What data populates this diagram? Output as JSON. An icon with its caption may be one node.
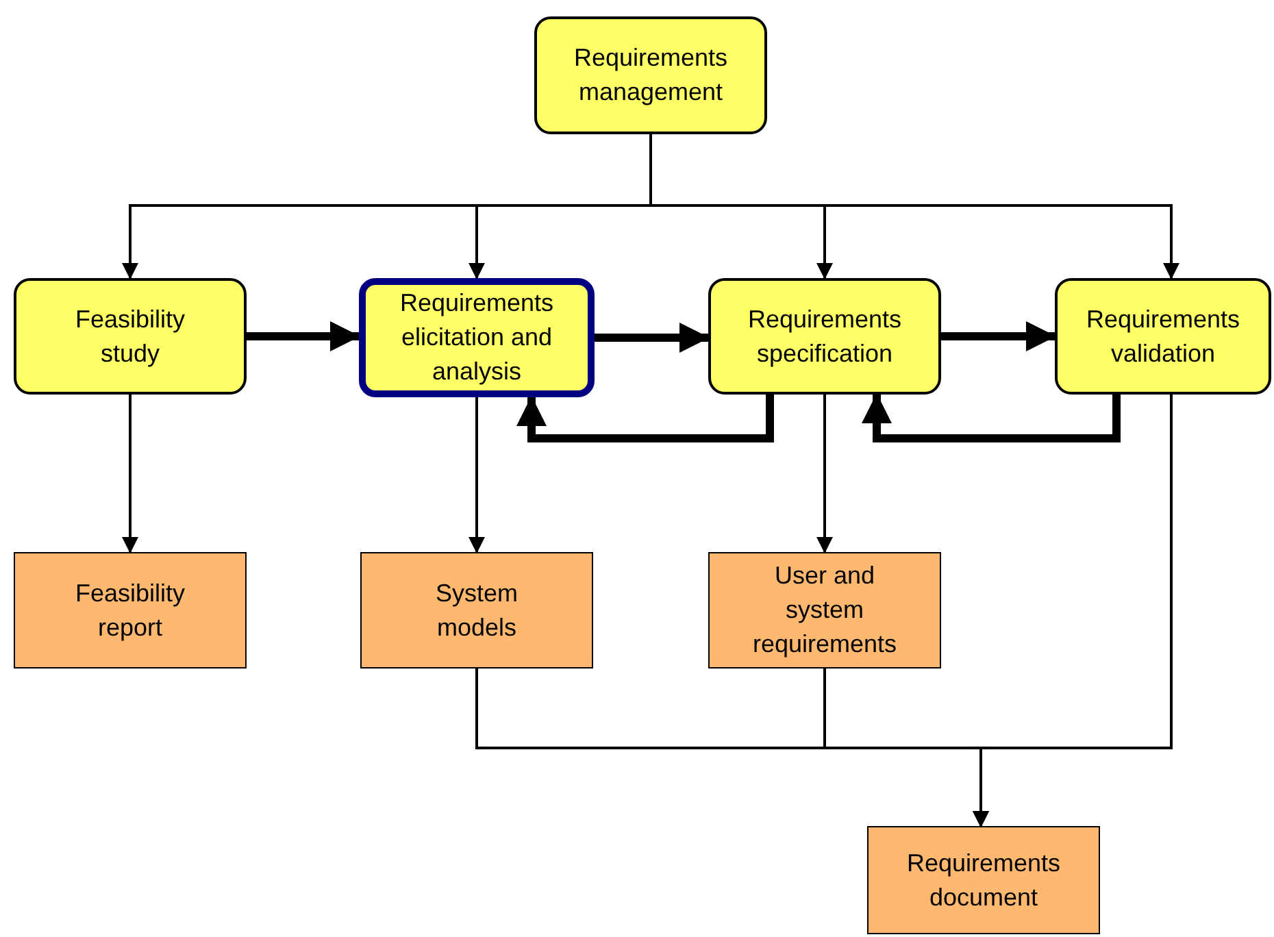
{
  "diagram": {
    "nodes": [
      {
        "text": [
          "Requirements management"
        ]
      },
      {
        "text": [
          "Feasibility study"
        ]
      },
      {
        "text": [
          "Requirements elicitation and analysis"
        ]
      },
      {
        "text": [
          "Requirements specification"
        ]
      },
      {
        "text": [
          "Requirements validation"
        ]
      },
      {
        "text": [
          "Feasibility report"
        ]
      },
      {
        "text": [
          "System models"
        ]
      },
      {
        "text": [
          "User and system requirements"
        ]
      },
      {
        "text": [
          "Requirements document"
        ]
      }
    ],
    "edges": [
      {
        "from": 0,
        "to": 1,
        "arrow": "to"
      },
      {
        "from": 0,
        "to": 2,
        "arrow": "to"
      },
      {
        "from": 0,
        "to": 3,
        "arrow": "to"
      },
      {
        "from": 0,
        "to": 4,
        "arrow": "to"
      },
      {
        "from": 1,
        "to": 2,
        "arrow": "to",
        "style": "thick"
      },
      {
        "from": 2,
        "to": 3,
        "arrow": "to",
        "style": "thick"
      },
      {
        "from": 3,
        "to": 4,
        "arrow": "to",
        "style": "thick"
      },
      {
        "from": 3,
        "to": 2,
        "arrow": "to",
        "style": "thick"
      },
      {
        "from": 4,
        "to": 3,
        "arrow": "to",
        "style": "thick"
      },
      {
        "from": 1,
        "to": 5,
        "arrow": "to"
      },
      {
        "from": 2,
        "to": 6,
        "arrow": "to"
      },
      {
        "from": 3,
        "to": 7,
        "arrow": "to"
      },
      {
        "from": 6,
        "to": 8,
        "arrow": "to"
      },
      {
        "from": 7,
        "to": 8,
        "arrow": "to"
      },
      {
        "from": 4,
        "to": 8,
        "arrow": "to"
      }
    ]
  }
}
